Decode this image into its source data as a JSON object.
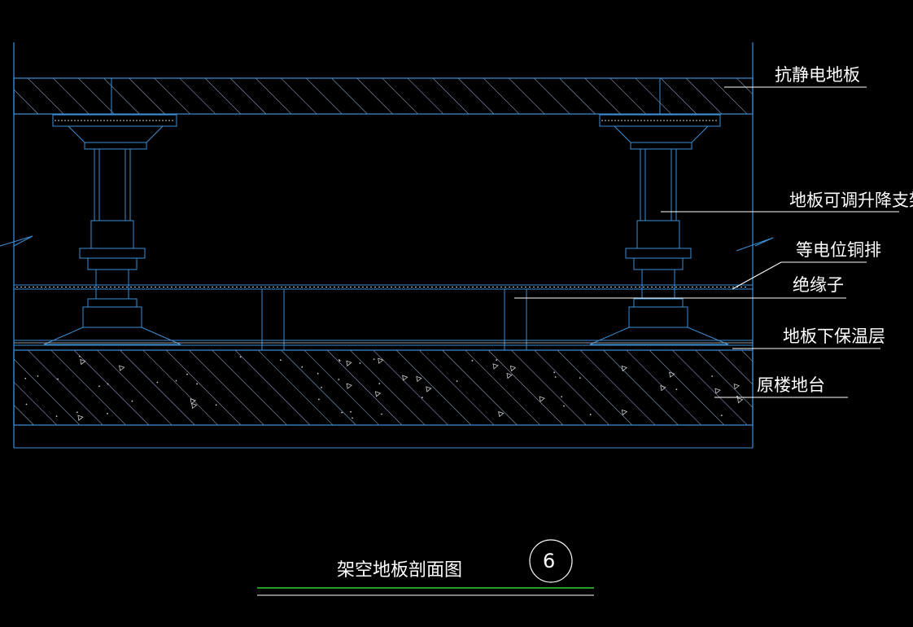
{
  "drawing": {
    "title": "架空地板剖面图",
    "section_number": "6",
    "labels": {
      "antistatic_floor": "抗静电地板",
      "adjustable_support": "地板可调升降支架",
      "equipotential_copper_bar": "等电位铜排",
      "insulator": "绝缘子",
      "floor_insulation_layer": "地板下保温层",
      "original_floor_slab": "原楼地台"
    }
  },
  "colors": {
    "background": "#000000",
    "line_cyan": "#3d8fd6",
    "line_white": "#ffffff",
    "hatch": "#8fb4e0",
    "underline_green": "#33cc33",
    "underline_white": "#ffffff"
  }
}
